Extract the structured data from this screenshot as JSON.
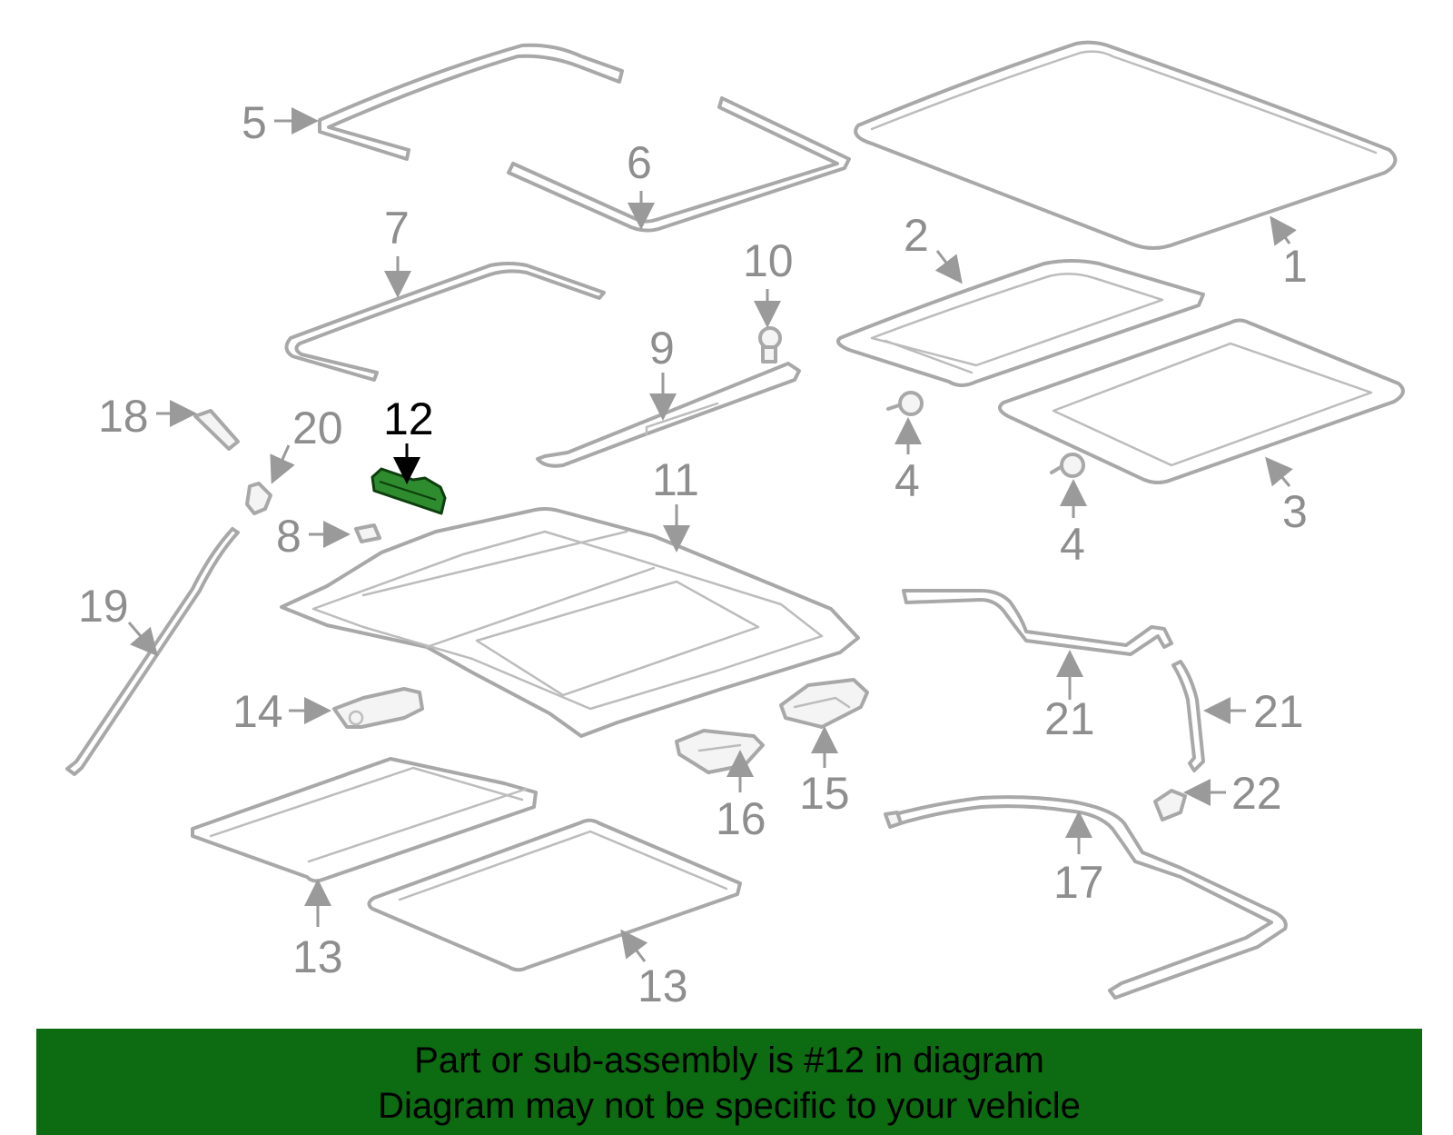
{
  "diagram": {
    "highlight_color": "#2e8b2e",
    "label_color": "#8e8e8e",
    "labels": {
      "l1": "1",
      "l2": "2",
      "l3": "3",
      "l4a": "4",
      "l4b": "4",
      "l5": "5",
      "l6": "6",
      "l7": "7",
      "l8": "8",
      "l9": "9",
      "l10": "10",
      "l11": "11",
      "l12": "12",
      "l13a": "13",
      "l13b": "13",
      "l14": "14",
      "l15": "15",
      "l16": "16",
      "l17": "17",
      "l18": "18",
      "l19": "19",
      "l20": "20",
      "l21a": "21",
      "l21b": "21",
      "l22": "22"
    }
  },
  "footer": {
    "background": "#0d6b12",
    "line1": "Part or sub-assembly is #12 in diagram",
    "line2": "Diagram may not be specific to your vehicle"
  }
}
